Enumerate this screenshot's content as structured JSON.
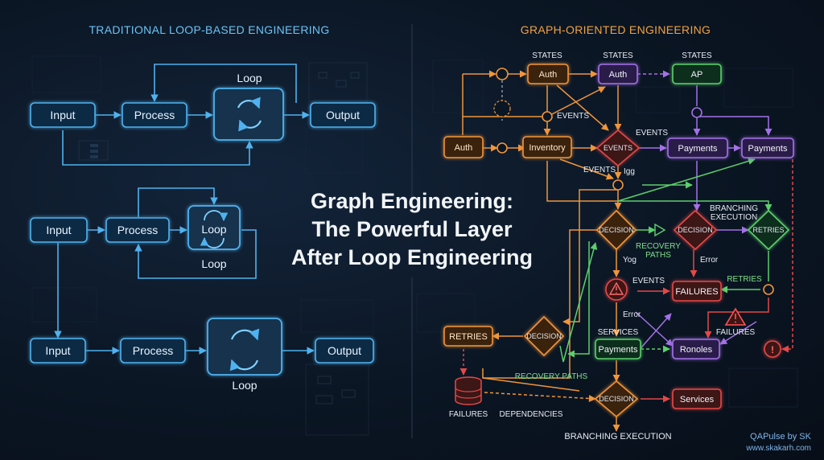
{
  "left": {
    "heading": "TRADITIONAL LOOP-BASED ENGINEERING",
    "row1": {
      "input": "Input",
      "process": "Process",
      "loop_label": "Loop",
      "output": "Output"
    },
    "row2": {
      "input": "Input",
      "process": "Process",
      "loop_label": "Loop",
      "loop_sub": "Loop"
    },
    "row3": {
      "input": "Input",
      "process": "Process",
      "loop_sub": "Loop",
      "output": "Output"
    }
  },
  "title": {
    "line1": "Graph Engineering:",
    "line2": "The Powerful Layer",
    "line3": "After Loop Engineering"
  },
  "right": {
    "heading": "GRAPH-ORIENTED ENGINEERING",
    "states1": "STATES",
    "states2": "STATES",
    "states3": "STATES",
    "auth_top": "Auth",
    "auth_purple": "Auth",
    "ap": "AP",
    "events_a": "EVENTS",
    "events_b": "EVENTS",
    "events_c": "EVENTS",
    "events_d": "EVENTS",
    "auth_left": "Auth",
    "inventory": "Inventory",
    "events_diamond": "EVENTS",
    "payments1": "Payments",
    "payments2": "Payments",
    "igg": "Igg",
    "branching_top": "BRANCHING",
    "execution_top": "EXECUTION",
    "decision1": "DECISION",
    "recovery": "RECOVERY",
    "paths": "PATHS",
    "decision2": "DECISION",
    "retries_diamond": "RETRIES",
    "yog": "Yog",
    "error1": "Error",
    "failures_box": "FAILURES",
    "retries_label": "RETRIES",
    "error2": "Error",
    "services_label": "SERVICES",
    "failures_alert": "FAILURES",
    "retries_box": "RETRIES",
    "decision3": "DECISION",
    "payments3": "Payments",
    "ronoles": "Ronoles",
    "recovery_paths": "RECOVERY PATHS",
    "decision4": "DECISION",
    "services_box": "Services",
    "failures_db": "FAILURES",
    "dependencies": "DEPENDENCIES",
    "branching_bottom": "BRANCHING EXECUTION"
  },
  "branding": {
    "name": "QAPulse by SK",
    "url": "www.skakarh.com"
  },
  "colors": {
    "blue": "#4fb2ee",
    "orange": "#f0953a",
    "purple": "#a371e8",
    "green": "#5ccf6d",
    "red": "#e44848"
  }
}
